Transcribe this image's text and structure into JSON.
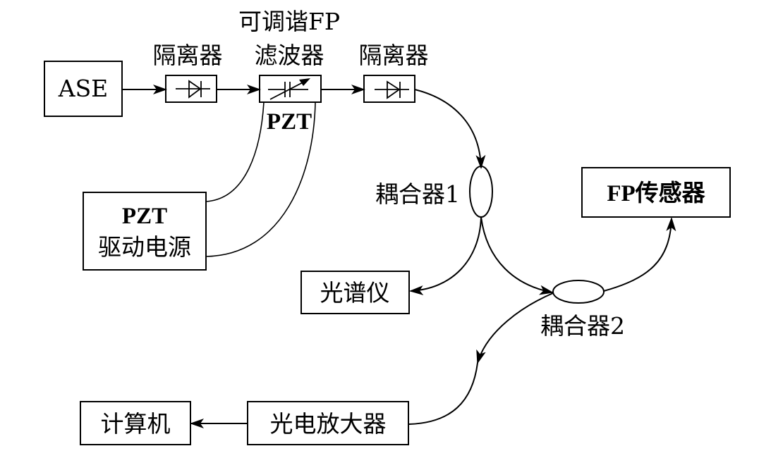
{
  "diagram": {
    "nodes": {
      "ase": {
        "label": "ASE"
      },
      "isolator1": {
        "label": "隔离器",
        "symbol": "diode-icon"
      },
      "fp_filter": {
        "label_line1": "可调谐FP",
        "label_line2": "滤波器",
        "symbol": "tunable-capacitor-icon",
        "sub_label": "PZT"
      },
      "isolator2": {
        "label": "隔离器",
        "symbol": "diode-icon"
      },
      "pzt_driver": {
        "label_line1": "PZT",
        "label_line2": "驱动电源"
      },
      "coupler1": {
        "label": "耦合器1"
      },
      "coupler2": {
        "label": "耦合器2"
      },
      "fp_sensor": {
        "label": "FP传感器"
      },
      "spectrometer": {
        "label": "光谱仪"
      },
      "photo_amp": {
        "label": "光电放大器"
      },
      "computer": {
        "label": "计算机"
      }
    },
    "edges": [
      {
        "from": "ASE",
        "to": "隔离器"
      },
      {
        "from": "隔离器",
        "to": "可调谐FP滤波器"
      },
      {
        "from": "可调谐FP滤波器",
        "to": "隔离器"
      },
      {
        "from": "隔离器",
        "to": "耦合器1"
      },
      {
        "from": "耦合器1",
        "to": "光谱仪"
      },
      {
        "from": "耦合器1",
        "to": "耦合器2"
      },
      {
        "from": "耦合器2",
        "to": "FP传感器"
      },
      {
        "from": "耦合器2",
        "to": "光电放大器"
      },
      {
        "from": "光电放大器",
        "to": "计算机"
      },
      {
        "from": "PZT驱动电源",
        "to": "可调谐FP滤波器",
        "type": "wire-pair"
      }
    ]
  }
}
